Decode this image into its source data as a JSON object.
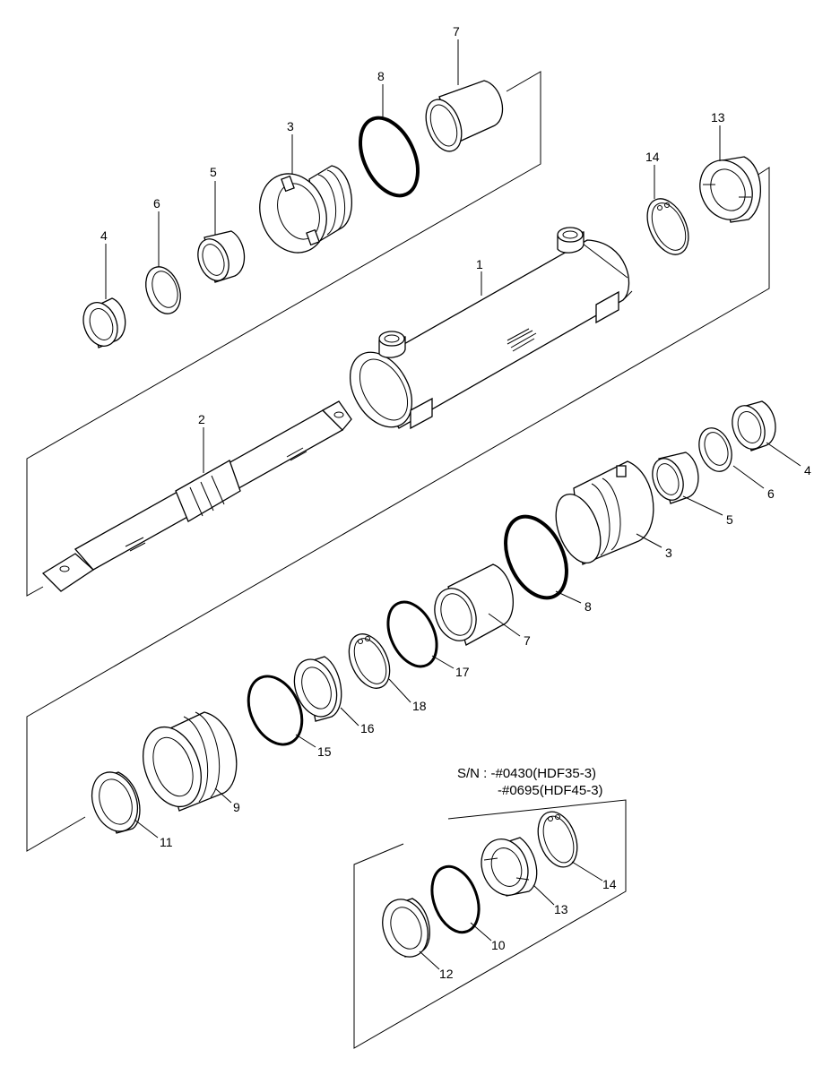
{
  "diagram": {
    "labels": [
      {
        "id": "p7-top",
        "text": "7"
      },
      {
        "id": "p8-top",
        "text": "8"
      },
      {
        "id": "p3-top",
        "text": "3"
      },
      {
        "id": "p5-top",
        "text": "5"
      },
      {
        "id": "p6-top",
        "text": "6"
      },
      {
        "id": "p4-top",
        "text": "4"
      },
      {
        "id": "p13-top",
        "text": "13"
      },
      {
        "id": "p14-top",
        "text": "14"
      },
      {
        "id": "p1",
        "text": "1"
      },
      {
        "id": "p2",
        "text": "2"
      },
      {
        "id": "p4-right",
        "text": "4"
      },
      {
        "id": "p6-right",
        "text": "6"
      },
      {
        "id": "p5-right",
        "text": "5"
      },
      {
        "id": "p3-right",
        "text": "3"
      },
      {
        "id": "p8-right",
        "text": "8"
      },
      {
        "id": "p7-right",
        "text": "7"
      },
      {
        "id": "p17",
        "text": "17"
      },
      {
        "id": "p18",
        "text": "18"
      },
      {
        "id": "p16",
        "text": "16"
      },
      {
        "id": "p15",
        "text": "15"
      },
      {
        "id": "p9",
        "text": "9"
      },
      {
        "id": "p11",
        "text": "11"
      },
      {
        "id": "p14-box",
        "text": "14"
      },
      {
        "id": "p13-box",
        "text": "13"
      },
      {
        "id": "p10",
        "text": "10"
      },
      {
        "id": "p12",
        "text": "12"
      }
    ],
    "serial_note": {
      "line1": "S/N : -#0430(HDF35-3)",
      "line2": "-#0695(HDF45-3)"
    }
  }
}
